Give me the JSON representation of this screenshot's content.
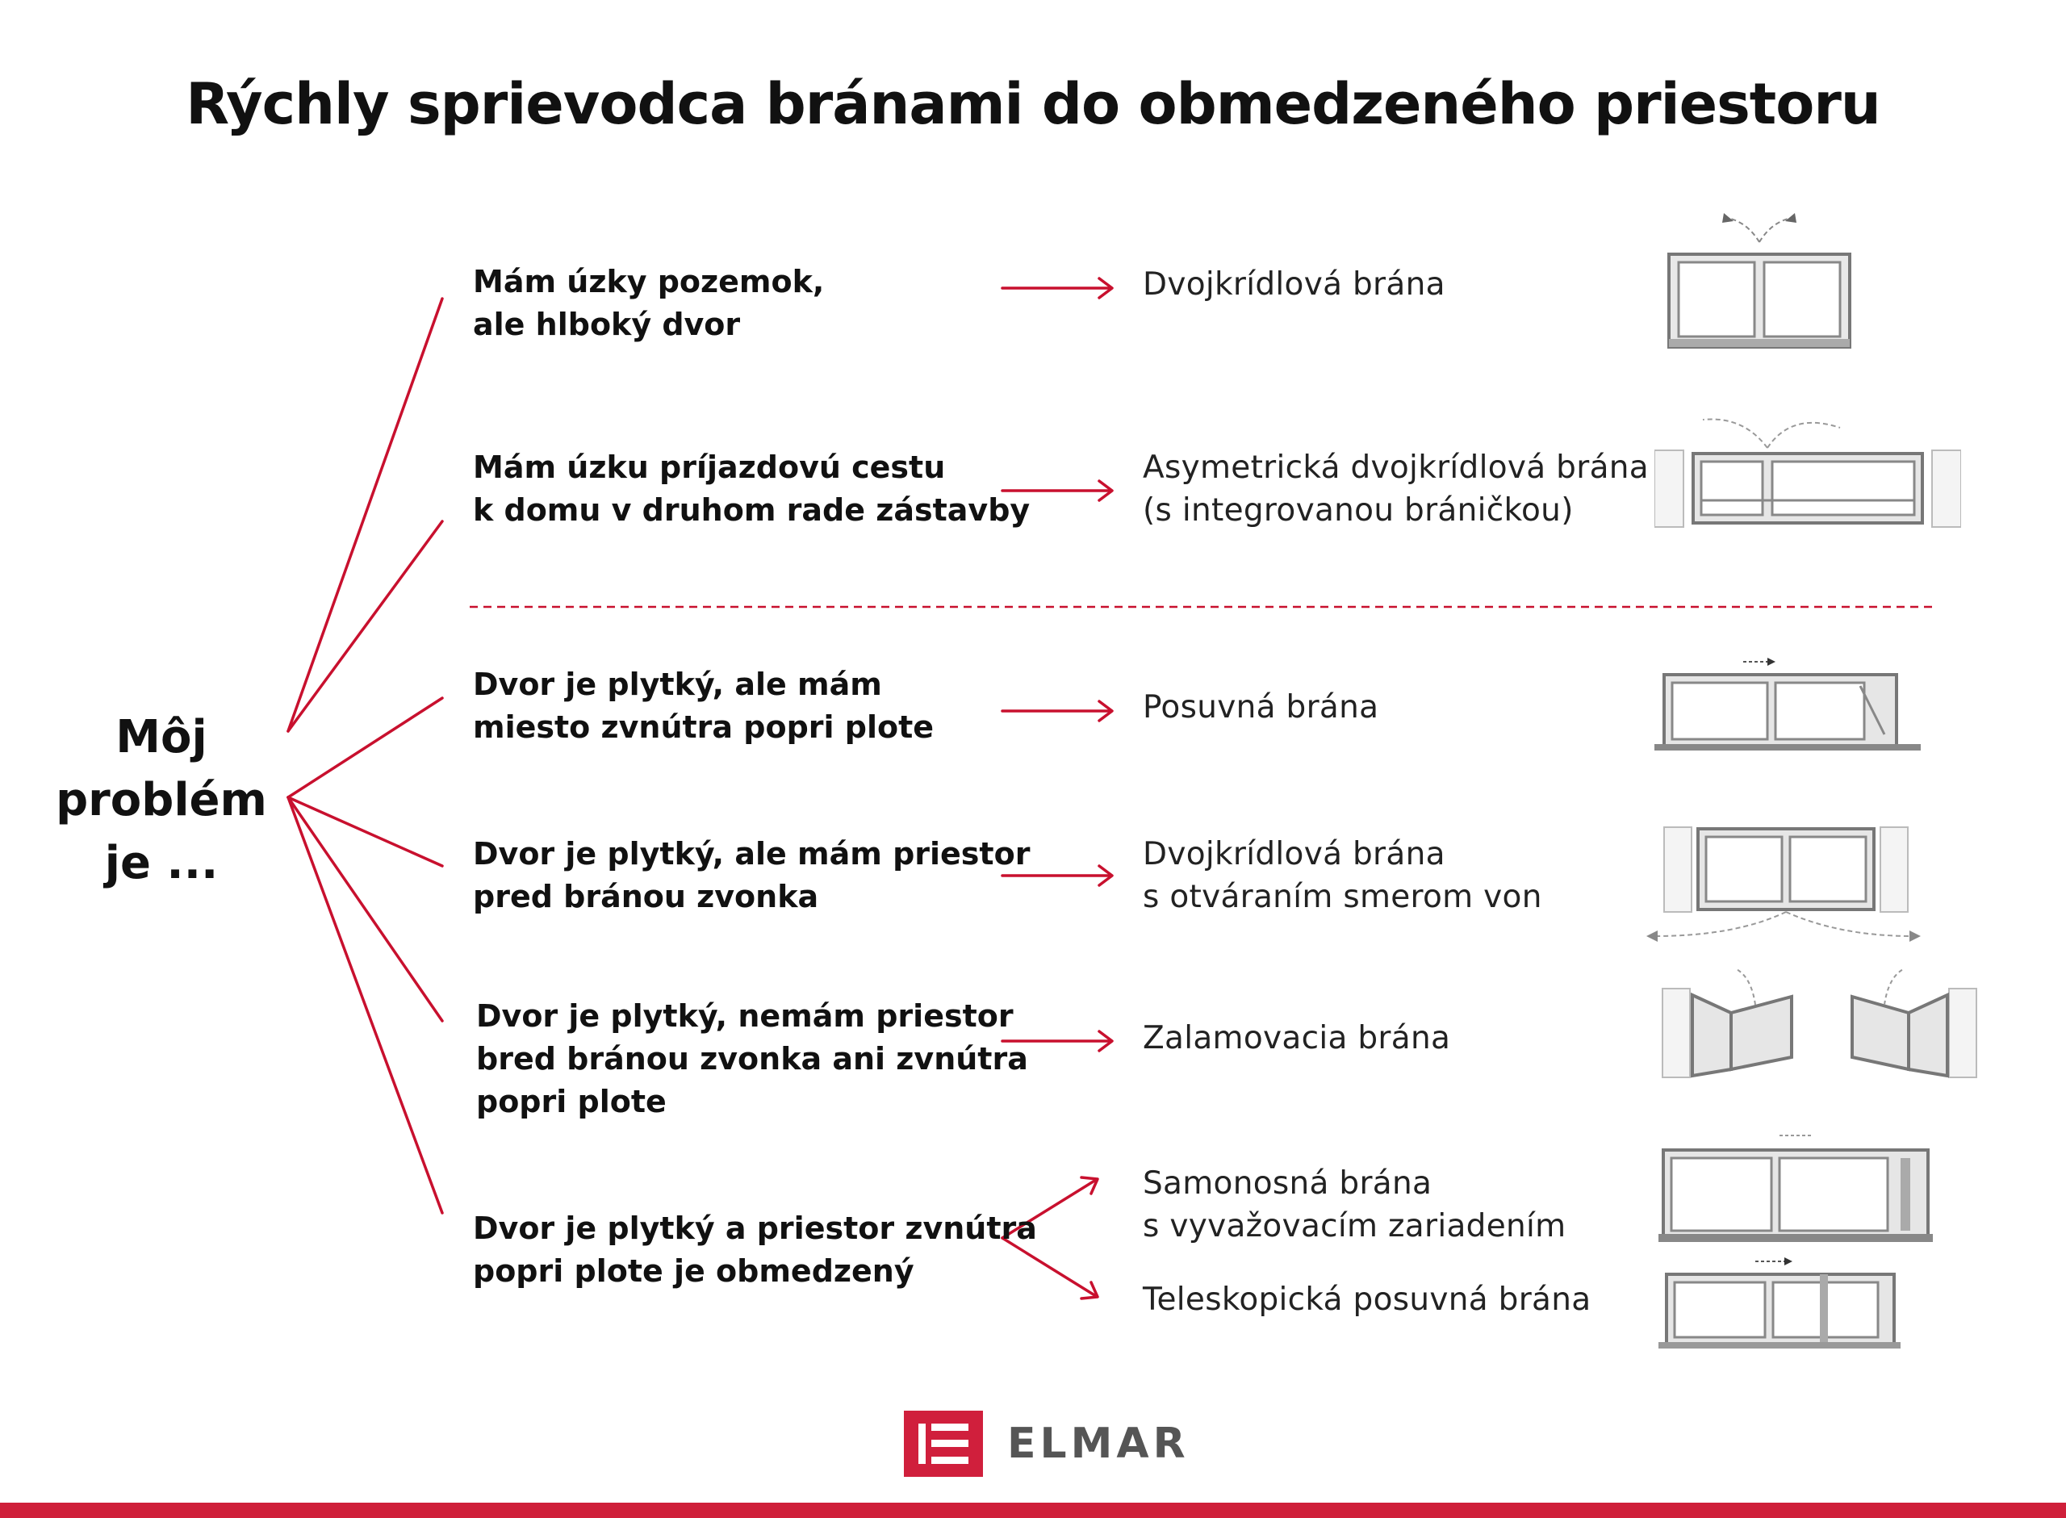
{
  "title": "Rýchly sprievodca bránami do obmedzeného priestoru",
  "root": {
    "lines": [
      "Môj",
      "problém",
      "je ..."
    ]
  },
  "problems": [
    {
      "lines": [
        "Mám úzky pozemok,",
        "ale hlboký dvor"
      ]
    },
    {
      "lines": [
        "Mám úzku príjazdovú cestu",
        "k domu v druhom rade zástavby"
      ]
    },
    {
      "lines": [
        "Dvor je plytký, ale mám",
        "miesto zvnútra popri plote"
      ]
    },
    {
      "lines": [
        "Dvor je plytký, ale mám priestor",
        "pred bránou zvonka"
      ]
    },
    {
      "lines": [
        "Dvor je plytký,  nemám priestor",
        "bred bránou zvonka ani zvnútra",
        "popri plote"
      ]
    },
    {
      "lines": [
        "Dvor je plytký a priestor zvnútra",
        "popri plote je obmedzený"
      ]
    }
  ],
  "solutions": [
    {
      "lines": [
        "Dvojkrídlová brána"
      ],
      "icon": "double-swing-gate-icon"
    },
    {
      "lines": [
        "Asymetrická dvojkrídlová brána",
        "(s integrovanou bráničkou)"
      ],
      "icon": "asymmetric-double-gate-icon"
    },
    {
      "lines": [
        "Posuvná brána"
      ],
      "icon": "sliding-gate-icon"
    },
    {
      "lines": [
        "Dvojkrídlová brána",
        "s otváraním smerom von"
      ],
      "icon": "outward-double-gate-icon"
    },
    {
      "lines": [
        "Zalamovacia brána"
      ],
      "icon": "folding-gate-icon"
    },
    {
      "lines": [
        "Samonosná brána",
        "s vyvažovacím zariadením"
      ],
      "icon": "cantilever-gate-icon"
    },
    {
      "lines": [
        "Teleskopická posuvná brána"
      ],
      "icon": "telescopic-gate-icon"
    }
  ],
  "brand": {
    "name": "ELMAR",
    "color": "#d01f3c"
  },
  "colors": {
    "accent": "#c8102e",
    "text": "#111111",
    "gate": "#8a8a8a"
  }
}
